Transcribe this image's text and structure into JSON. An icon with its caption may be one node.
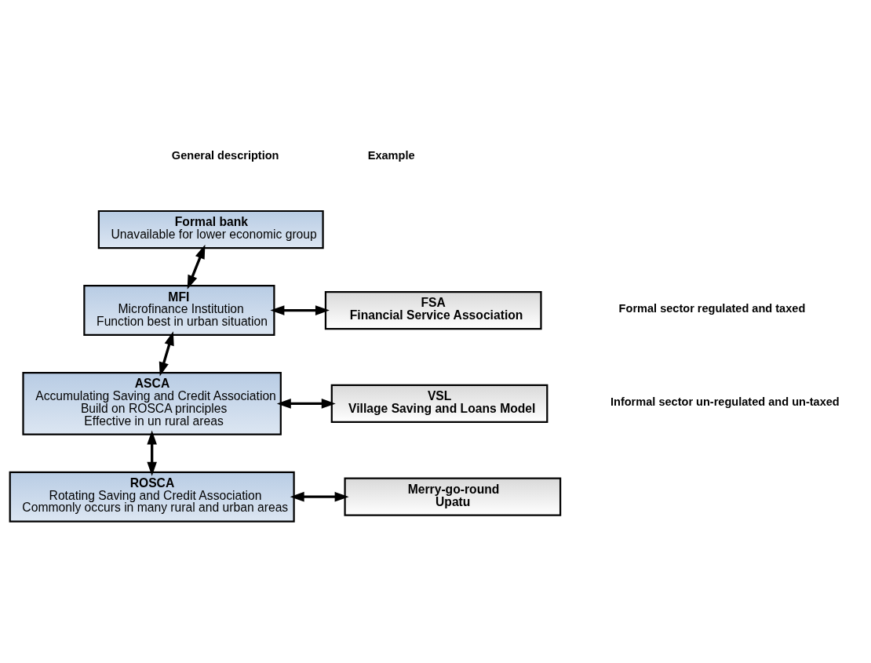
{
  "diagram": {
    "nodes": [
      {
        "text": [
          "Formal bank",
          "Unavailable for lower economic group"
        ]
      },
      {
        "text": [
          "MFI",
          "Microfinance Institution",
          "Function best in urban situation"
        ]
      },
      {
        "text": [
          "FSA",
          "Financial Service Association"
        ]
      },
      {
        "text": [
          "ASCA",
          "Accumulating Saving and Credit Association",
          "Build on ROSCA principles",
          "Effective in un rural areas"
        ]
      },
      {
        "text": [
          "VSL",
          "Village Saving and Loans Model"
        ]
      },
      {
        "text": [
          "ROSCA",
          "Rotating Saving and Credit Association",
          "Commonly occurs in many rural and urban areas"
        ]
      },
      {
        "text": [
          "Merry-go-round",
          "Upatu"
        ]
      }
    ],
    "edges": [
      {
        "from": 0,
        "to": 1,
        "arrow": "both"
      },
      {
        "from": 1,
        "to": 2,
        "arrow": "both"
      },
      {
        "from": 1,
        "to": 3,
        "arrow": "both"
      },
      {
        "from": 3,
        "to": 4,
        "arrow": "both"
      },
      {
        "from": 3,
        "to": 5,
        "arrow": "both"
      },
      {
        "from": 5,
        "to": 6,
        "arrow": "both"
      }
    ],
    "labels": [
      "General description",
      "Example",
      "Formal sector regulated and taxed",
      "Informal sector un-regulated and un-taxed"
    ]
  }
}
